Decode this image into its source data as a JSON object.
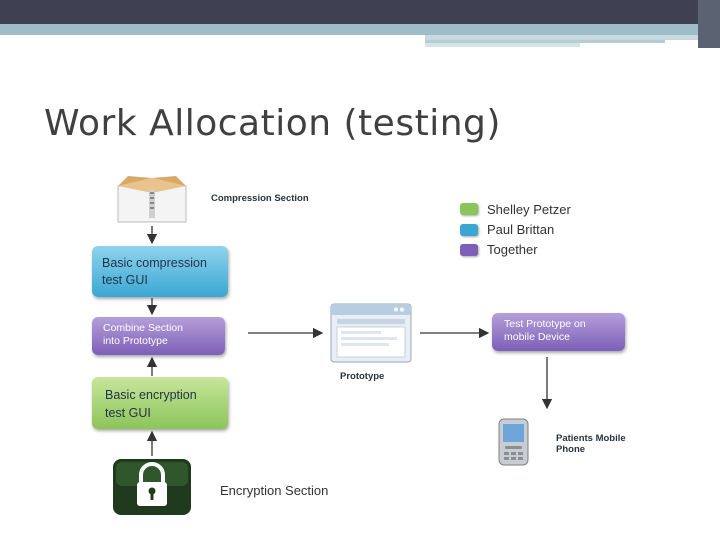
{
  "slide": {
    "title": "Work Allocation (testing)"
  },
  "legend": [
    {
      "label": "Shelley Petzer",
      "color": "#8cc45a"
    },
    {
      "label": "Paul Brittan",
      "color": "#3aa7d3"
    },
    {
      "label": "Together",
      "color": "#7d5fb8"
    }
  ],
  "nodes": {
    "compression_section": "Compression Section",
    "basic_compression_line1": "Basic compression",
    "basic_compression_line2": "test GUI",
    "combine_line1": "Combine Section",
    "combine_line2": "into Prototype",
    "basic_encryption_line1": "Basic encryption",
    "basic_encryption_line2": "test GUI",
    "encryption_section": "Encryption Section",
    "prototype": "Prototype",
    "test_prototype_line1": "Test Prototype  on",
    "test_prototype_line2": "mobile Device",
    "patients_phone_line1": "Patients Mobile",
    "patients_phone_line2": "Phone"
  },
  "icons": {
    "compression": "box-zip-icon",
    "prototype": "window-icon",
    "encryption": "padlock-icon",
    "phone": "mobile-phone-icon"
  }
}
